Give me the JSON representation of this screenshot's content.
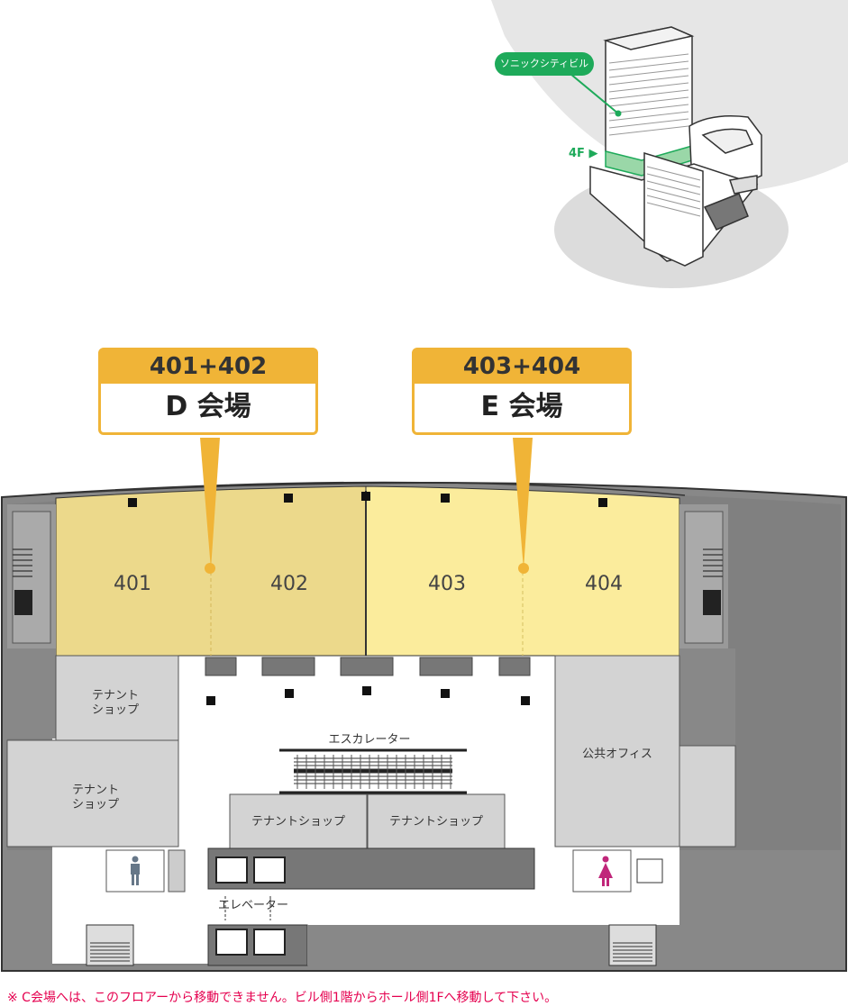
{
  "building": {
    "name_label": "ソニックシティビル",
    "floor_label": "4F ▶"
  },
  "venues": [
    {
      "rooms": "401+402",
      "name": "D 会場"
    },
    {
      "rooms": "403+404",
      "name": "E 会場"
    }
  ],
  "rooms": [
    "401",
    "402",
    "403",
    "404"
  ],
  "labels": {
    "tenant_shop_left_top": "テナント\nショップ",
    "tenant_shop_left_bottom": "テナント\nショップ",
    "tenant_shop_center_left": "テナントショップ",
    "tenant_shop_center_right": "テナントショップ",
    "escalator": "エスカレーター",
    "elevator": "エレベーター",
    "public_office": "公共オフィス"
  },
  "restrooms": {
    "men": "men-restroom-icon",
    "women": "women-restroom-icon"
  },
  "colors": {
    "callout": "#f0b437",
    "room_d": "#ecd98b",
    "room_e": "#fbec9c",
    "accent_green": "#1eaa5a",
    "note": "#e5004f"
  },
  "note": "※ C会場へは、このフロアーから移動できません。ビル側1階からホール側1Fへ移動して下さい。"
}
